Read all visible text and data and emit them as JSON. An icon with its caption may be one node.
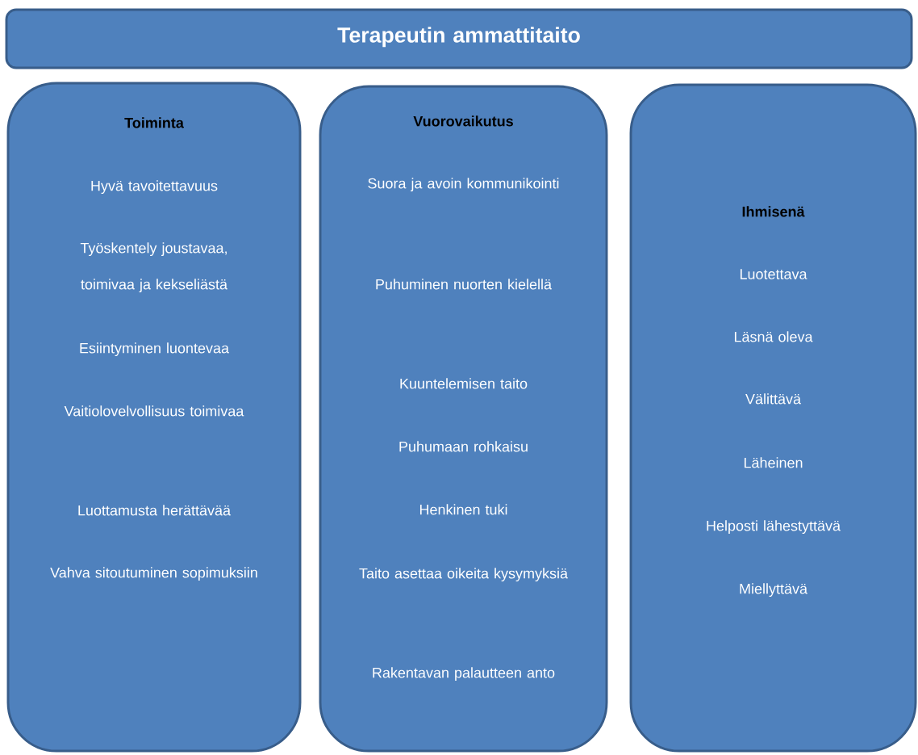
{
  "diagram": {
    "nodes": [
      {
        "text": [
          "Terapeutin ammattitaito"
        ]
      },
      {
        "text": [
          "Toiminta",
          "Hyvä tavoitettavuus",
          "Työskentely joustavaa, toimivaa ja kekseliästä",
          "Esiintyminen luontevaa",
          "Vaitiolovelvollisuus toimivaa",
          "Luottamusta herättävää",
          "Vahva sitoutuminen sopimuksiin"
        ]
      },
      {
        "text": [
          "Vuorovaikutus",
          "Suora ja avoin kommunikointi",
          "Puhuminen nuorten kielellä",
          "Kuuntelemisen taito",
          "Puhumaan rohkaisu",
          "Henkinen tuki",
          "Taito asettaa oikeita kysymyksiä",
          "Rakentavan palautteen anto"
        ]
      },
      {
        "text": [
          "Ihmisenä",
          "Luotettava",
          "Läsnä oleva",
          "Välittävä",
          "Läheinen",
          "Helposti lähestyttävä",
          "Miellyttävä"
        ]
      }
    ]
  }
}
